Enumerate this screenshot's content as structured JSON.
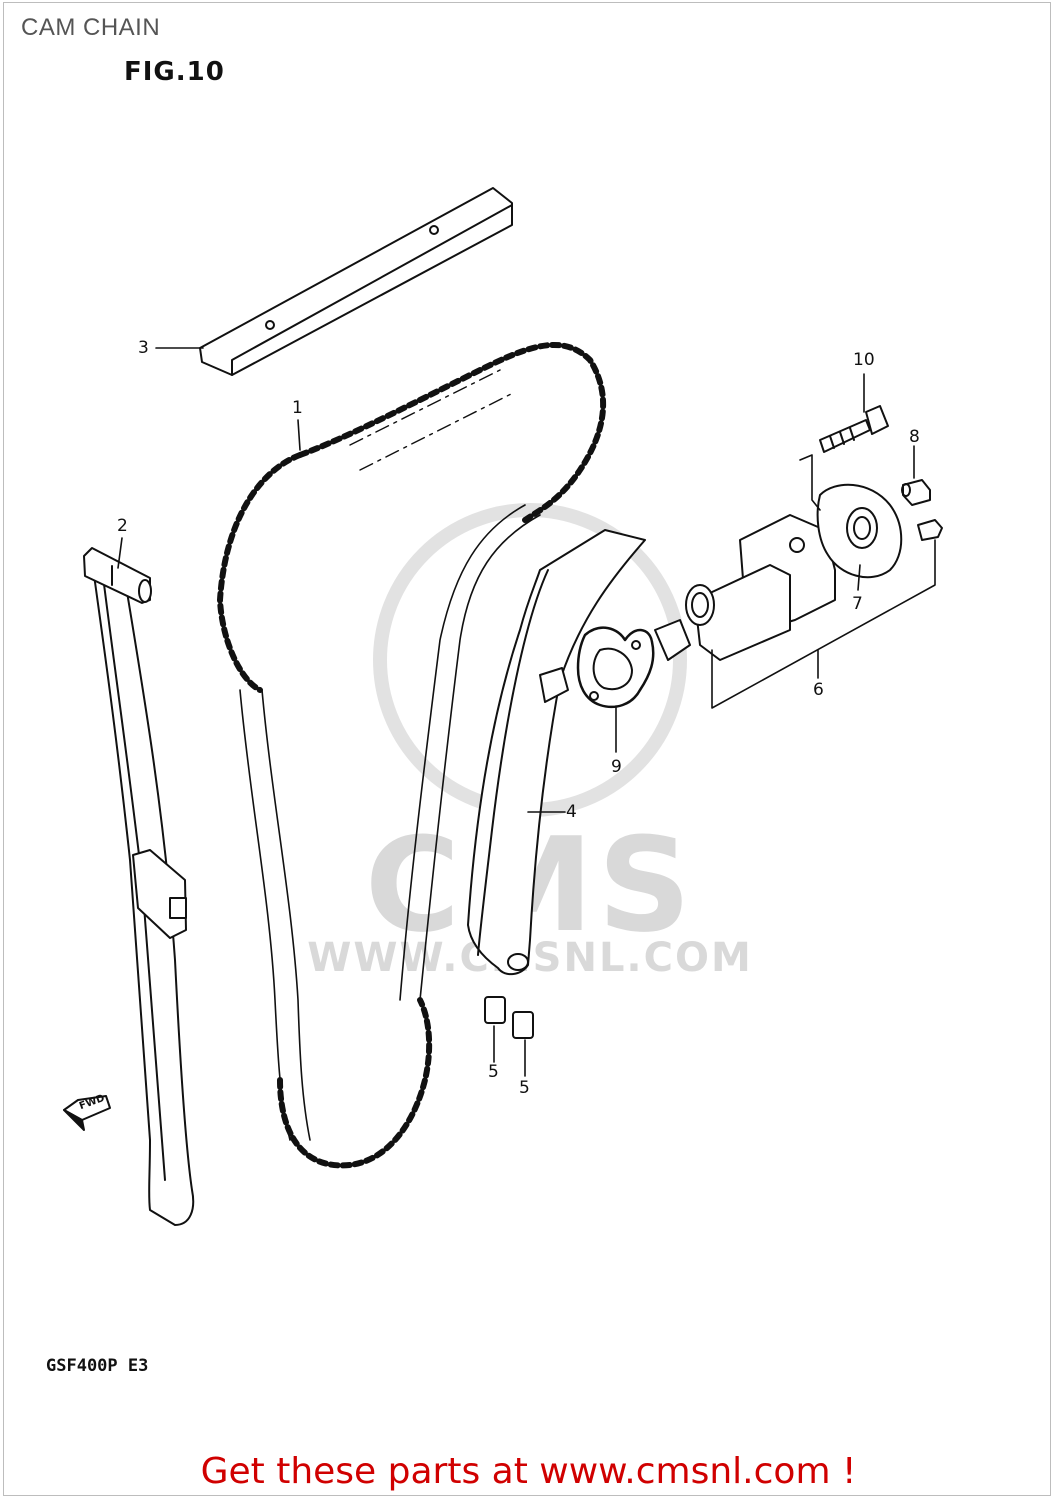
{
  "header": {
    "title": "CAM CHAIN",
    "figure": "FIG.10"
  },
  "footer": {
    "model": "GSF400P  E3",
    "cta": "Get these parts at www.cmsnl.com !"
  },
  "watermark": {
    "logo": "CMS",
    "url": "WWW.CMSNL.COM"
  },
  "callouts": {
    "p1": "1",
    "p2": "2",
    "p3": "3",
    "p4": "4",
    "p5a": "5",
    "p5b": "5",
    "p6": "6",
    "p7": "7",
    "p8": "8",
    "p9": "9",
    "p10": "10"
  },
  "fwd_label": "FWD"
}
